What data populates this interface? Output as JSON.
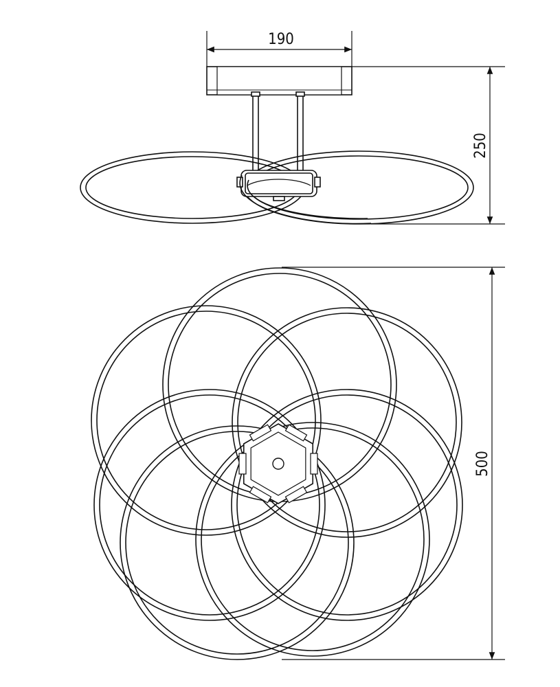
{
  "dimensions": {
    "width_label": "190",
    "height_label": "250",
    "diameter_label": "500"
  },
  "colors": {
    "line": "#111111",
    "ring_fill": "#ffffff",
    "canopy_fill": "#ffffff"
  },
  "top_view": {
    "ring_count": 7
  }
}
